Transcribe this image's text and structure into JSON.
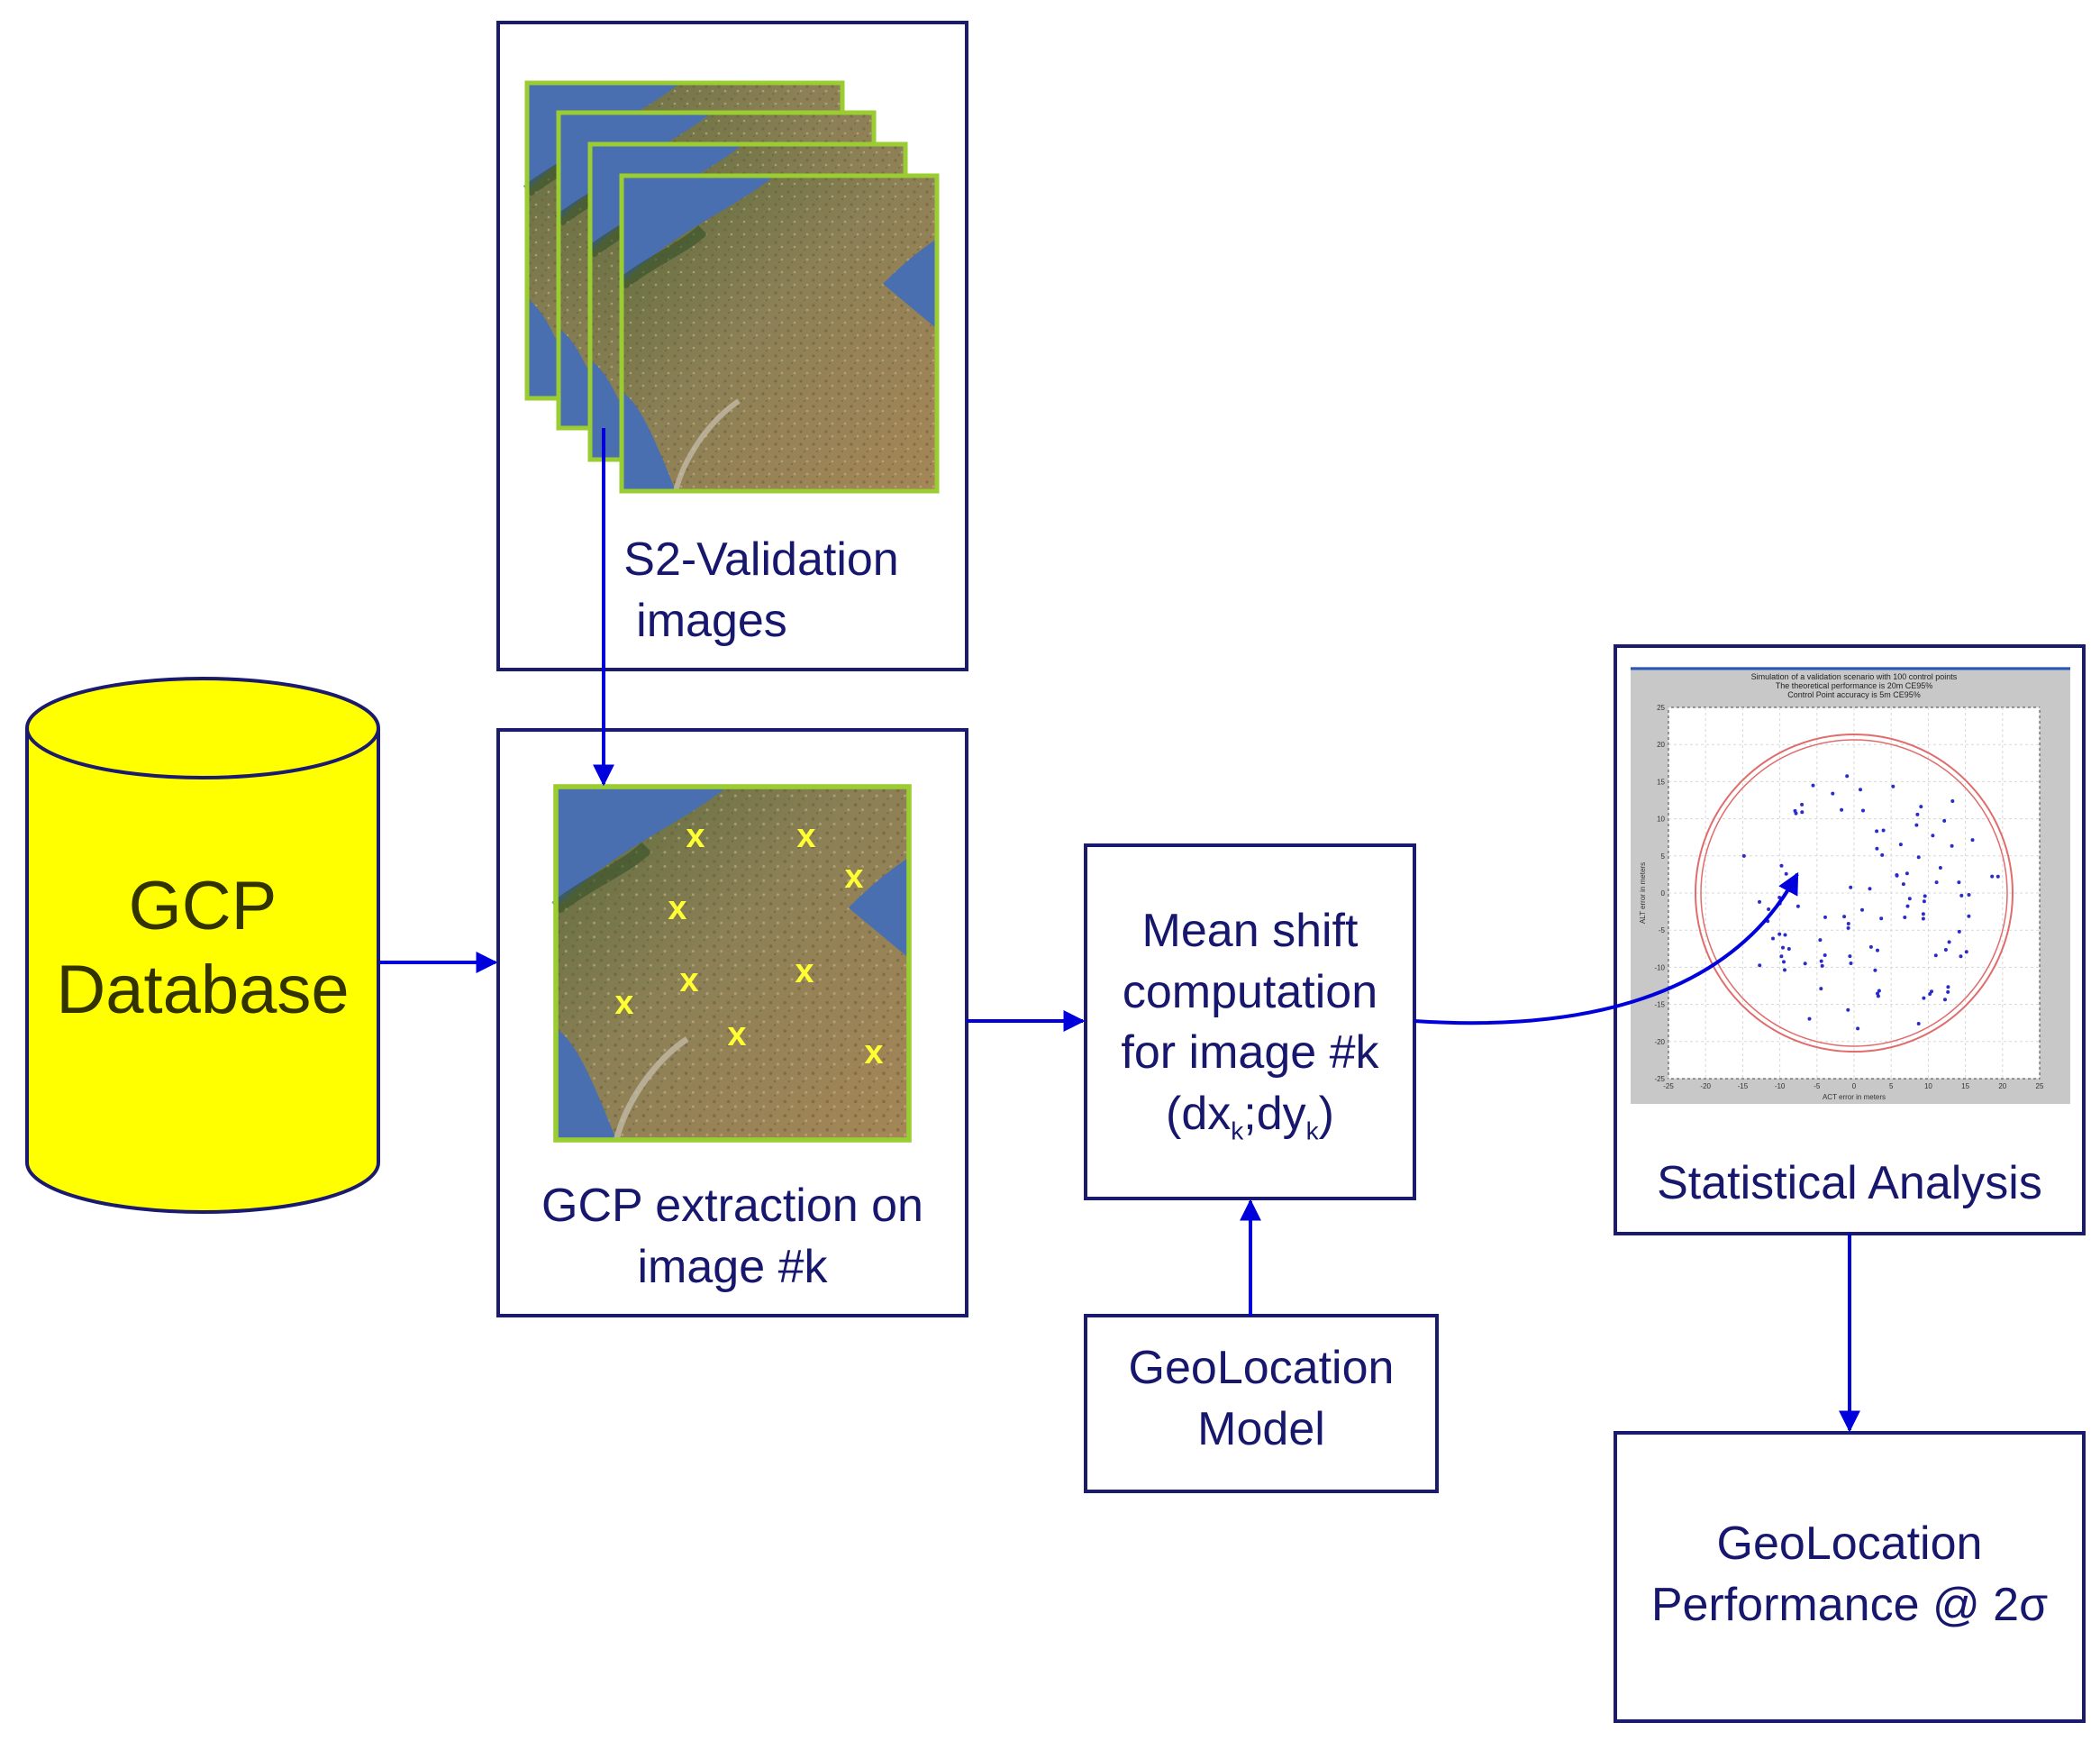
{
  "nodes": {
    "gcp_database": {
      "line1": "GCP",
      "line2": "Database"
    },
    "validation_images": {
      "line1": "S2-Validation",
      "line2": "images"
    },
    "gcp_extraction": {
      "line1": "GCP extraction on",
      "line2": "image #k"
    },
    "mean_shift": {
      "line1": "Mean shift",
      "line2": "computation",
      "line3": "for image #k",
      "formula_open": "(dx",
      "formula_k1": "k",
      "formula_mid": ";dy",
      "formula_k2": "k",
      "formula_close": ")"
    },
    "geolocation_model": {
      "line1": "GeoLocation",
      "line2": "Model"
    },
    "statistical_analysis": {
      "label": "Statistical Analysis"
    },
    "geolocation_performance": {
      "line1": "GeoLocation",
      "line2": "Performance @ 2σ"
    }
  },
  "gcp_marker": "x",
  "plot_title": [
    "Simulation of a validation scenario with 100 control points",
    "The theoretical performance is 20m CE95%",
    "Control Point accuracy is 5m CE95%"
  ],
  "plot_xlabel": "ACT error in meters",
  "plot_ylabel": "ALT error in meters",
  "plot_ticks": [
    "-25",
    "-20",
    "-15",
    "-10",
    "-5",
    "0",
    "5",
    "10",
    "15",
    "20",
    "25"
  ],
  "colors": {
    "database_fill": "#ffff00",
    "box_border": "#1a1a6e",
    "arrow": "#0000dd",
    "text": "#17176e",
    "sea": "#4a6fb0",
    "land": "#9a8458",
    "frame": "#9acd32",
    "marker": "#ffff33"
  }
}
